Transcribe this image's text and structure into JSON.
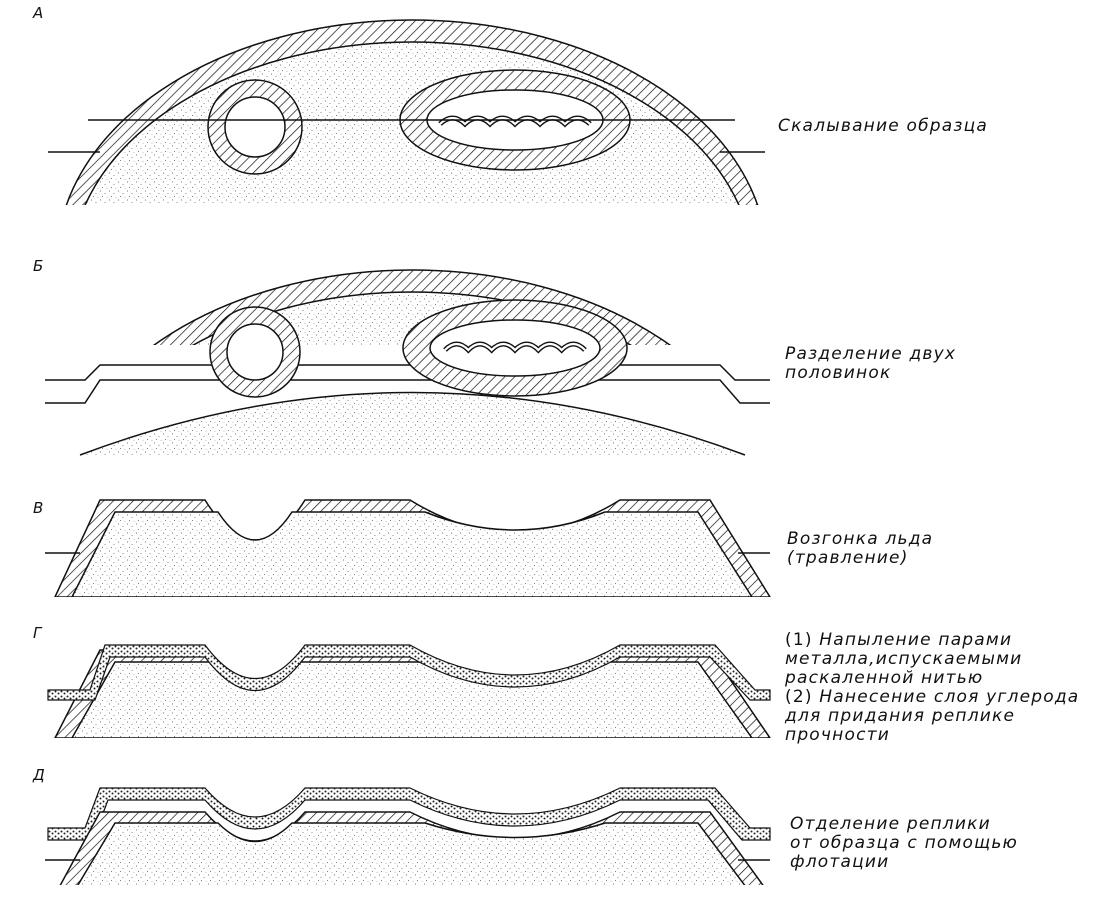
{
  "steps": [
    {
      "letter": "А",
      "caption": [
        "Скалывание образца"
      ]
    },
    {
      "letter": "Б",
      "caption": [
        "Разделение двух",
        "половинок"
      ]
    },
    {
      "letter": "В",
      "caption": [
        "Возгонка льда",
        "(травление)"
      ]
    },
    {
      "letter": "Г",
      "caption": [
        {
          "num": "(1)",
          "text": " Напыление парами"
        },
        {
          "num": "",
          "text": "металла,испускаемыми"
        },
        {
          "num": "",
          "text": "раскаленной нитью"
        },
        {
          "num": "(2)",
          "text": " Нанесение слоя углерода"
        },
        {
          "num": "",
          "text": "для придания реплике"
        },
        {
          "num": "",
          "text": "прочности"
        }
      ]
    },
    {
      "letter": "Д",
      "caption": [
        "Отделение реплики",
        "от образца с помощью",
        "флотации"
      ]
    }
  ]
}
